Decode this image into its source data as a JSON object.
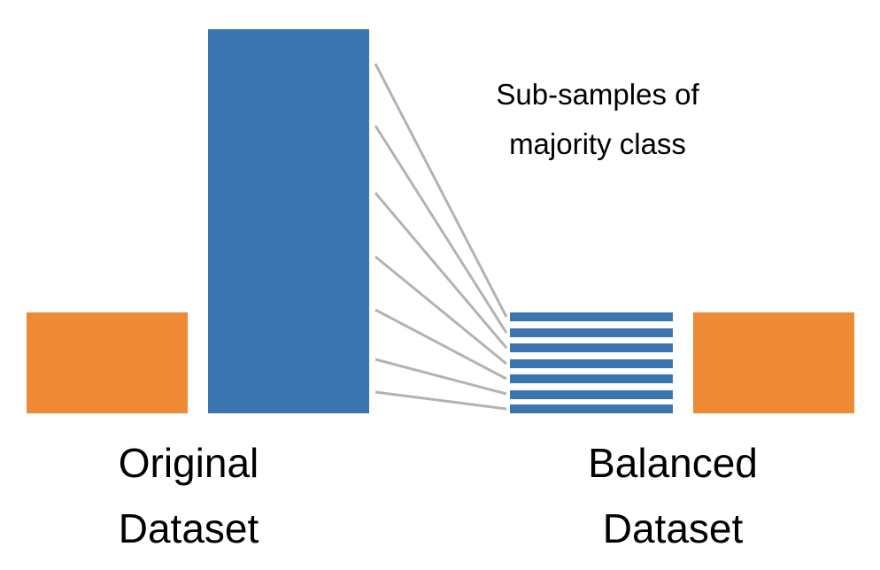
{
  "diagram": {
    "annotation": {
      "line1": "Sub-samples of",
      "line2": "majority class"
    },
    "original": {
      "line1": "Original",
      "line2": "Dataset"
    },
    "balanced": {
      "line1": "Balanced",
      "line2": "Dataset"
    },
    "colors": {
      "majority": "#3b75af",
      "minority": "#ee8a36",
      "connector": "#b3b3b3"
    },
    "sub_sample_count": 7
  }
}
